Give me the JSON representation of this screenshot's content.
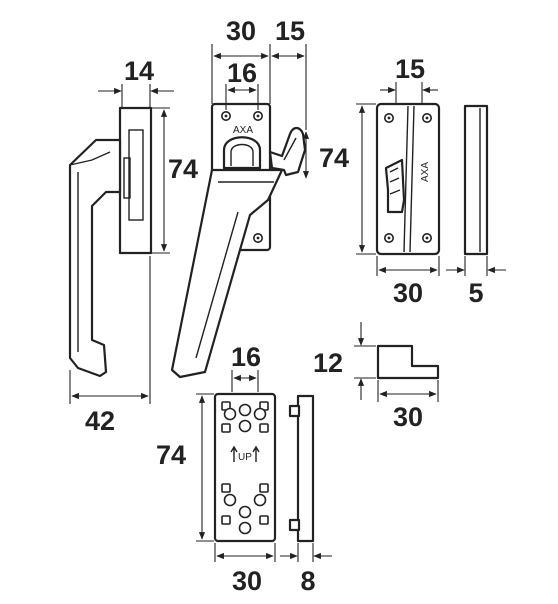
{
  "dimensions": {
    "handle_side_width": "14",
    "handle_length": "42",
    "top_total_width": "30",
    "top_hole_spacing": "16",
    "top_hook_width": "15",
    "top_height": "74",
    "right_height": "74",
    "keeper_hole_spacing": "15",
    "keeper_width": "30",
    "keeper_side_thickness": "5",
    "block_height": "12",
    "block_width": "30",
    "plate_hole_spacing": "16",
    "plate_height": "74",
    "plate_width": "30",
    "plate_side_thickness": "8"
  },
  "labels": {
    "brand_top": "AXA",
    "brand_keeper": "AXA",
    "up_mark": "UP"
  },
  "colors": {
    "line": "#222222",
    "background": "#ffffff"
  }
}
